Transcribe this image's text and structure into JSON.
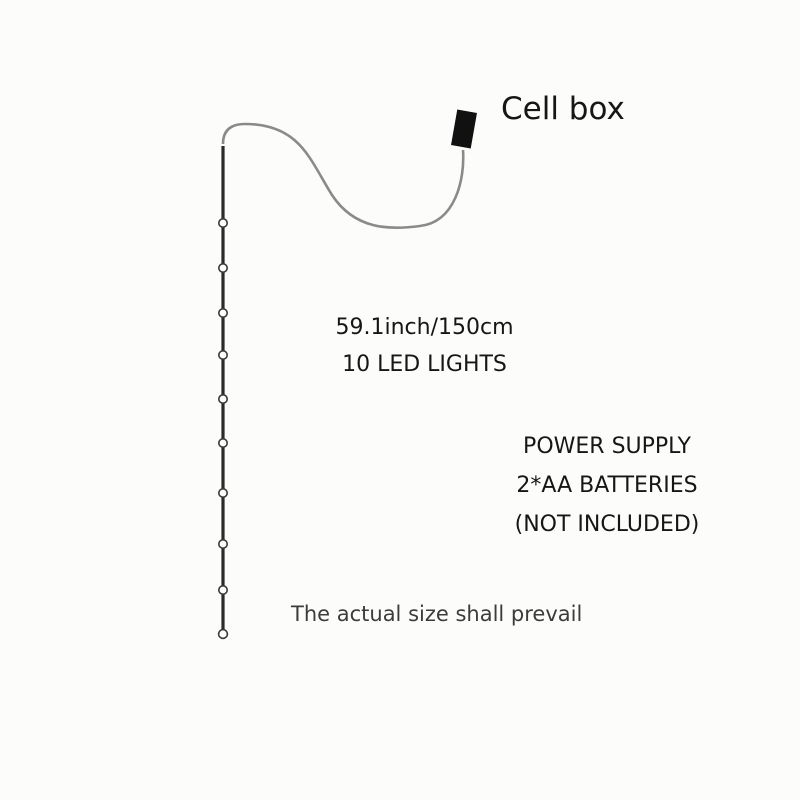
{
  "labels": {
    "cell_box": "Cell box",
    "length": "59.1inch/150cm",
    "led_count": "10 LED LIGHTS",
    "power_title": "POWER SUPPLY",
    "power_batteries": "2*AA BATTERIES",
    "power_note": "(NOT INCLUDED)",
    "disclaimer": "The actual size shall prevail"
  },
  "diagram": {
    "led_count": 10,
    "wire_color": "#2b2b2b",
    "lead_color": "#8a8a8a",
    "box_color": "#111111"
  }
}
